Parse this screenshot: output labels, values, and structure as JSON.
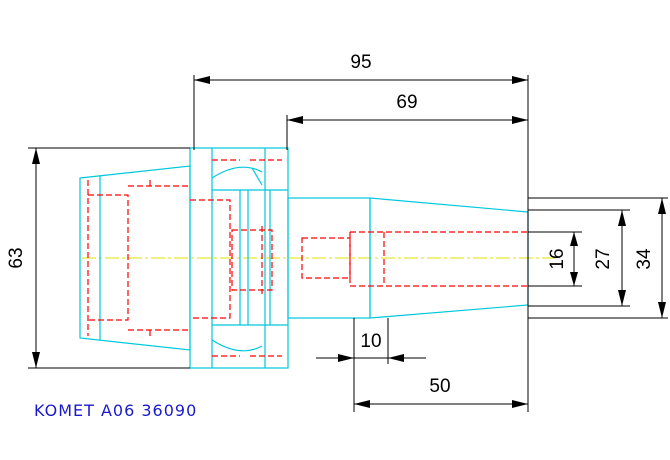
{
  "dimensions": {
    "total_length": "95",
    "gauge_length": "69",
    "flange_diameter": "63",
    "bore_diameter": "16",
    "nose_diameter_small": "27",
    "nose_diameter_large": "34",
    "nose_offset": "10",
    "nose_length": "50"
  },
  "caption": "KOMET A06 36090",
  "colors": {
    "outline": "#00c8dc",
    "hidden": "#ff0000",
    "dimension": "#000000",
    "centerline": "#e0e000",
    "caption": "#1a1acc"
  }
}
